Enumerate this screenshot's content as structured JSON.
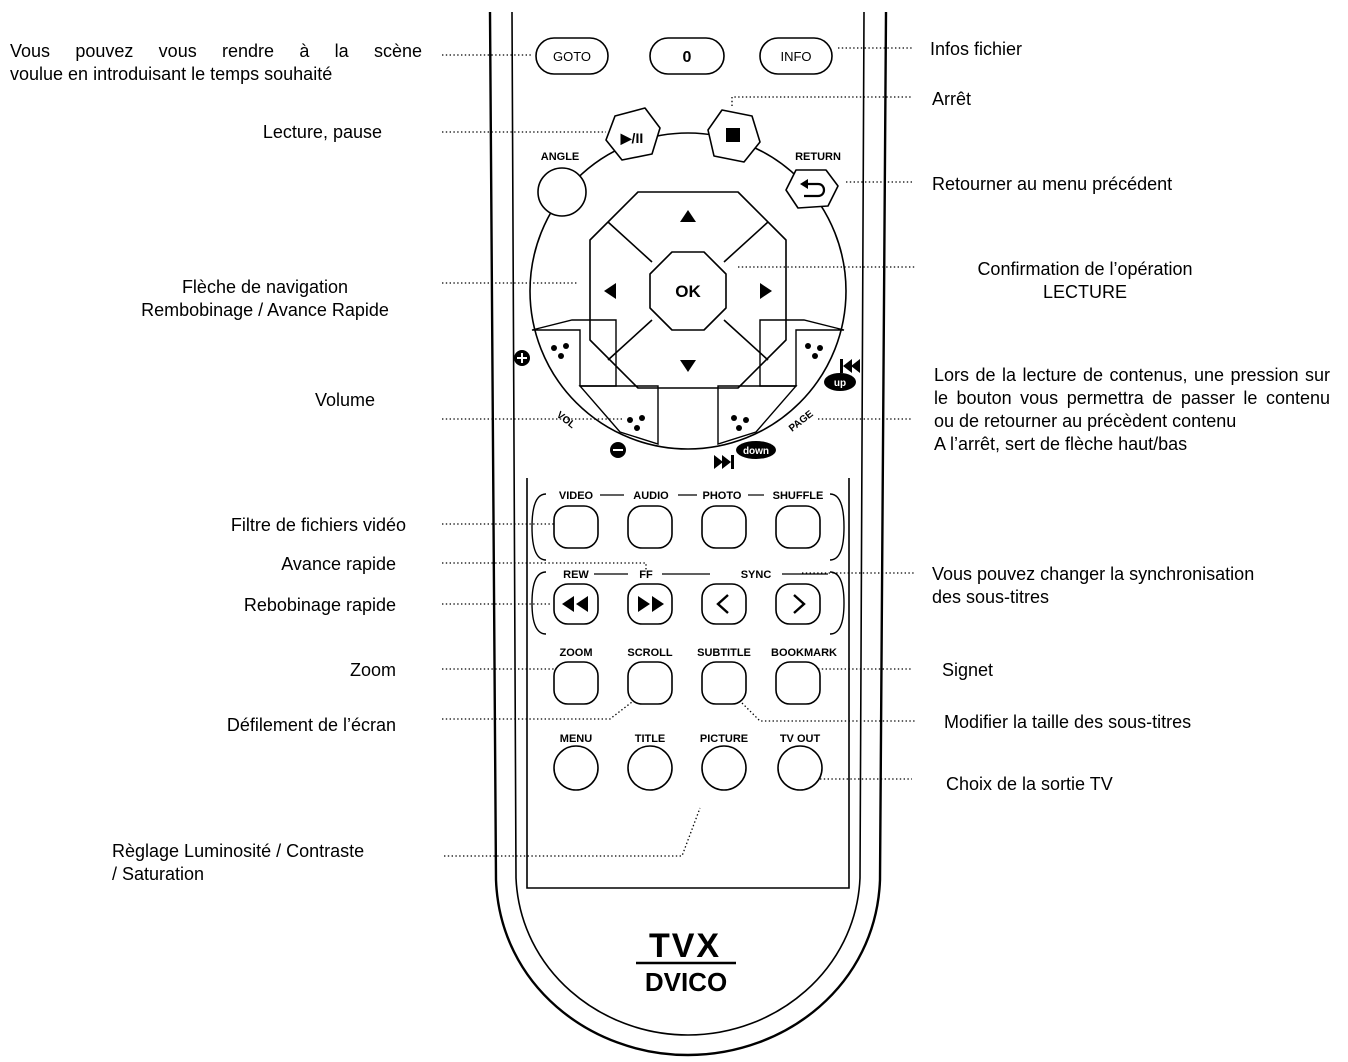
{
  "annotations": {
    "goto": [
      "Vous pouvez vous rendre à la scène",
      "voulue en introduisant le temps souhaité"
    ],
    "info": "Infos fichier",
    "stop": "Arrêt",
    "play_pause": "Lecture, pause",
    "return": "Retourner au menu précédent",
    "navigation": [
      "Flèche de navigation",
      "Rembobinage / Avance Rapide"
    ],
    "confirm": [
      "Confirmation de l’opération",
      "LECTURE"
    ],
    "volume": "Volume",
    "page": [
      "Lors de la lecture de contenus, une pression sur le bouton vous permettra de passer le contenu ou de retourner au précèdent contenu",
      "A l’arrêt, sert de flèche haut/bas"
    ],
    "video_filter": "Filtre de fichiers vidéo",
    "ff": "Avance rapide",
    "rew": "Rebobinage rapide",
    "sync": [
      "Vous pouvez changer la synchronisation",
      "des sous-titres"
    ],
    "zoom": "Zoom",
    "bookmark": "Signet",
    "scroll": "Défilement de l’écran",
    "subtitle": "Modifier la taille des sous-titres",
    "tvout": "Choix de la sortie TV",
    "picture": [
      "Règlage Luminosité / Contraste",
      "/ Saturation"
    ]
  },
  "remote": {
    "goto": "GOTO",
    "zero": "0",
    "info": "INFO",
    "play_pause": "▶/II",
    "angle": "ANGLE",
    "return": "RETURN",
    "ok": "OK",
    "vol": "VOL",
    "page": "PAGE",
    "up": "up",
    "down": "down",
    "video": "VIDEO",
    "audio": "AUDIO",
    "photo": "PHOTO",
    "shuffle": "SHUFFLE",
    "rew": "REW",
    "ff": "FF",
    "sync": "SYNC",
    "zoom": "ZOOM",
    "scroll": "SCROLL",
    "subtitle": "SUBTITLE",
    "bookmark": "BOOKMARK",
    "menu": "MENU",
    "title": "TITLE",
    "picture": "PICTURE",
    "tvout": "TV OUT",
    "brand_top": "TVX",
    "brand_bottom": "DVICO"
  }
}
